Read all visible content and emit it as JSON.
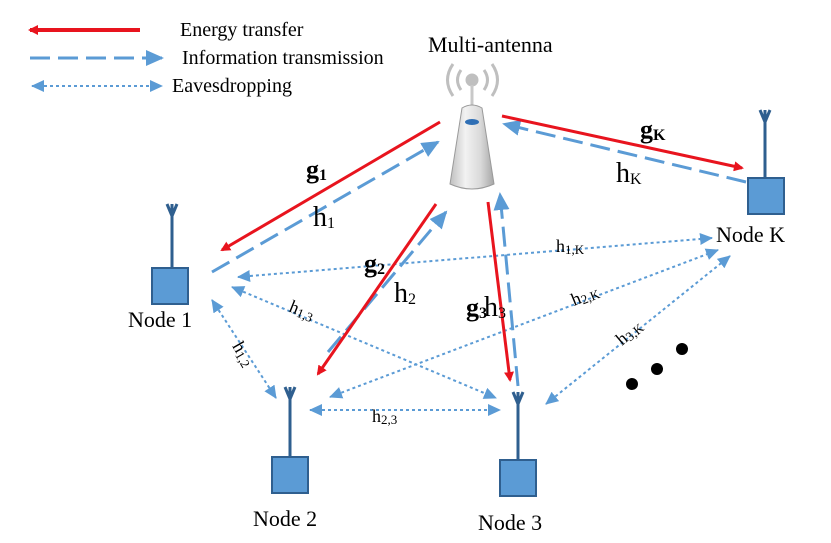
{
  "colors": {
    "energy": "#e8141e",
    "info": "#5b9bd5",
    "node_fill": "#5b9bd5",
    "node_stroke": "#2f5f8f"
  },
  "legend": {
    "energy_label": "Energy transfer",
    "info_label": "Information transmission",
    "eaves_label": "Eavesdropping"
  },
  "bs": {
    "label": "Multi-antenna"
  },
  "nodes": {
    "n1": "Node 1",
    "n2": "Node 2",
    "n3": "Node 3",
    "nk": "Node K"
  },
  "energy_labels": {
    "g1": "g1",
    "g2": "g2",
    "g3": "g3",
    "gk": "gK"
  },
  "info_labels": {
    "h1": "h1",
    "h2": "h2",
    "h3": "h3",
    "hk": "hK"
  },
  "eaves_labels": {
    "h12": "h1,2",
    "h13": "h1,3",
    "h1k": "h1,K",
    "h23": "h2,3",
    "h2k": "h2,K",
    "h3k": "h3,K"
  },
  "ellipsis": "..."
}
